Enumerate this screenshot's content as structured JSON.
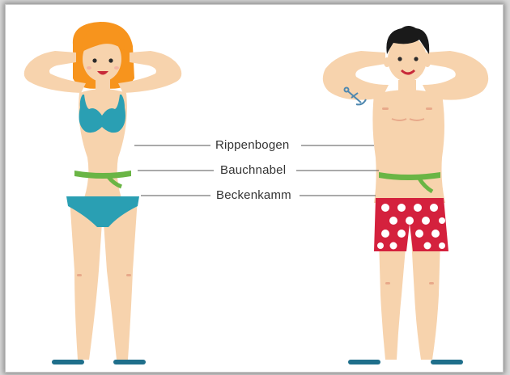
{
  "labels": {
    "rib": "Rippenbogen",
    "navel": "Bauchnabel",
    "hip": "Beckenkamm"
  },
  "colors": {
    "skin": "#f7d3ad",
    "skin_shadow": "#e8a98a",
    "hair_woman": "#f7941d",
    "hair_man": "#1a1a1a",
    "bikini": "#2a9fb3",
    "measure_tape": "#6ab545",
    "shorts": "#d4213d",
    "shorts_dots": "#ffffff",
    "ground": "#1f6f8b",
    "tattoo": "#4f88b0",
    "leader_line": "#555555"
  },
  "icons": {
    "tattoo": "anchor-tattoo"
  }
}
